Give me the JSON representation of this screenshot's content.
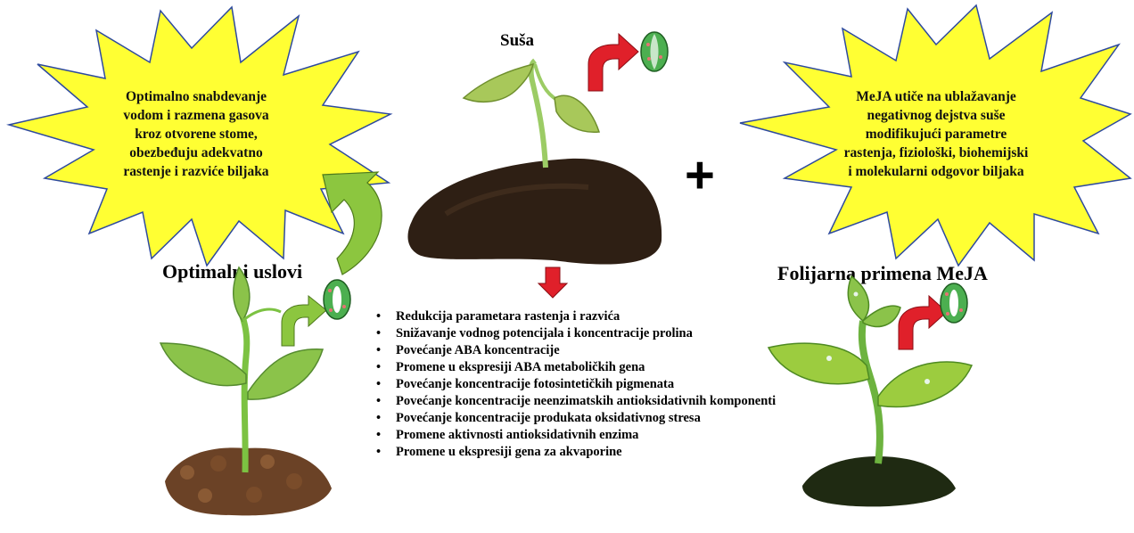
{
  "left_burst": {
    "text": "Optimalno snabdevanje vodom i razmena gasova kroz otvorene stome, obezbeđuju adekvatno rastenje i razviće biljaka",
    "lines": [
      "Optimalno snabdevanje",
      "vodom i razmena gasova",
      "kroz otvorene stome,",
      "obezbeđuju adekvatno",
      "rastenje i razviće biljaka"
    ]
  },
  "right_burst": {
    "text": "MeJA utiče na ublažavanje negativnog dejstva suše modifikujući parametre rastenja, fiziološki, biohemijski i molekularni odgovor biljaka",
    "lines": [
      "MeJA utiče na ublažavanje",
      "negativnog dejstva suše",
      "modifikujući parametre",
      "rastenja, fiziološki, biohemijski",
      "i molekularni odgovor biljaka"
    ]
  },
  "labels": {
    "drought": "Suša",
    "optimal": "Optimalni uslovi",
    "foliar": "Folijarna primena MeJA",
    "plus": "+"
  },
  "drought_effects": [
    "Redukcija parametara rastenja i razvića",
    "Snižavanje vodnog potencijala i koncentracije prolina",
    "Povećanje ABA koncentracije",
    "Promene u ekspresiji ABA metaboličkih gena",
    "Povećanje koncentracije fotosintetičkih pigmenata",
    "Povećanje koncentracije neenzimatskih antioksidativnih komponenti",
    "Povećanje koncentracije produkata oksidativnog stresa",
    "Promene aktivnosti antioksidativnih enzima",
    "Promene u ekspresiji gena za akvaporine"
  ],
  "colors": {
    "burst_fill": "#ffff33",
    "burst_stroke": "#2e4a9e",
    "red_arrow": "#e0202a",
    "green_arrow": "#8cc63f",
    "soil": "#2e1f14",
    "leaf": "#7cc242"
  }
}
